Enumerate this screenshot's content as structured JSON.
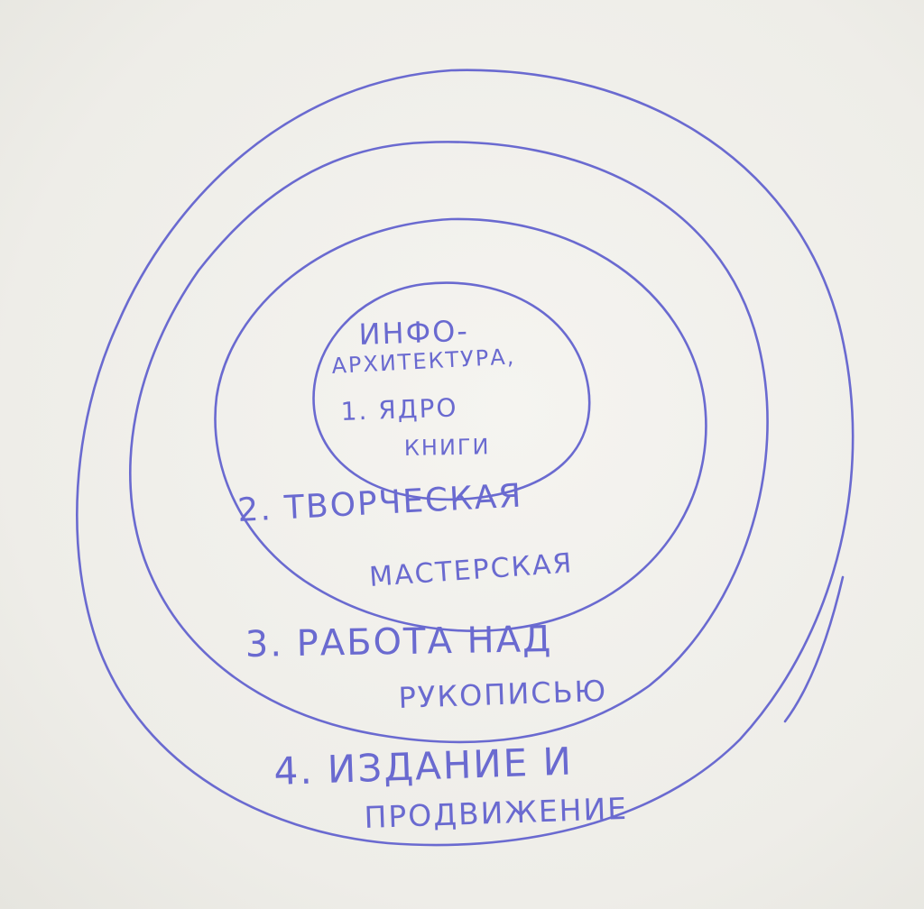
{
  "style": {
    "ink_color": "#6a6ad0",
    "paper_color": "#f1f0ec"
  },
  "diagram": {
    "type": "concentric-circles",
    "core": {
      "line1": "ИНФО-",
      "line2": "АРХИТЕКТУРА,",
      "line3": "1. ЯДРО",
      "line4": "КНИГИ"
    },
    "ring2": {
      "line1": "2. ТВОРЧЕСКАЯ",
      "line2": "МАСТЕРСКАЯ"
    },
    "ring3": {
      "line1": "3. РАБОТА НАД",
      "line2": "РУКОПИСЬЮ"
    },
    "ring4": {
      "line1": "4. ИЗДАНИЕ И",
      "line2": "ПРОДВИЖЕНИЕ"
    }
  }
}
